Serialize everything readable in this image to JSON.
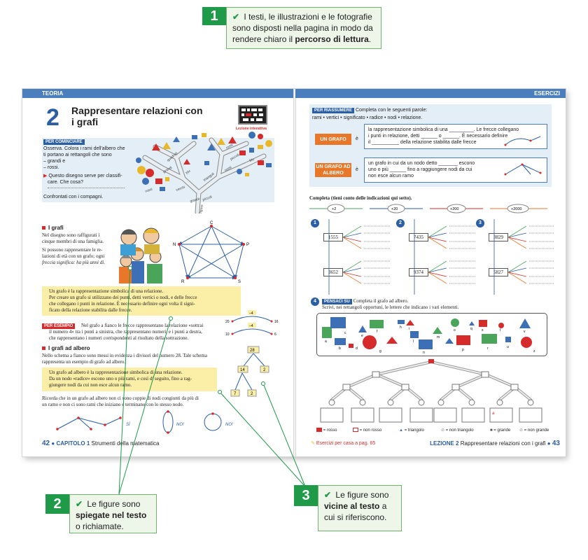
{
  "callouts": {
    "c1": {
      "num": "1",
      "pre": " I testi, le illustrazioni e le fotografie sono disposti nella pagina in modo da rendere chiaro il ",
      "bold": "percorso di lettura",
      "post": "."
    },
    "c2": {
      "num": "2",
      "pre": " Le figure sono ",
      "bold": "spiegate nel testo",
      "post": " o richiamate."
    },
    "c3": {
      "num": "3",
      "pre": " Le figure sono ",
      "bold": "vicine al testo",
      "post": " a cui si riferiscono."
    }
  },
  "left": {
    "band": "TEORIA",
    "chapter_number": "2",
    "chapter_title": "Rappresentare relazioni con i grafi",
    "lab_label": "Lezione interattiva",
    "per_cominciare": {
      "tag": "PER COMINCIARE",
      "l1": "Osserva. Colora i rami dell'albero che",
      "l2": "ti portano ai rettangoli che sono",
      "l3": "– grandi e",
      "l4": "– rossi.",
      "q1": "Questo disegno serve per classifi-",
      "q2": "care. Che cosa?",
      "confront": "Confrontati con i compagni."
    },
    "tree_words": [
      "rossi",
      "cerchi",
      "quadrati",
      "grandi",
      "piccoli",
      "triangoli",
      "figure",
      "blu",
      "rossi",
      "grandi",
      "piccoli",
      "blu",
      "rossi"
    ],
    "grafi": {
      "heading": "I grafi",
      "p1a": "Nel disegno sono raffigurati i",
      "p1b": "cinque membri di una famiglia.",
      "p2a": "Si possono rappresentare le re-",
      "p2b": "lazioni di età con un grafo; ogni",
      "p2c": "freccia significa: ha più anni di."
    },
    "graph_nodes": [
      "C",
      "N",
      "P",
      "R",
      "S"
    ],
    "def1": {
      "l1": "Un grafo è la rappresentazione simbolica di una relazione.",
      "l2": "Per creare un grafo si utilizzano dei punti, detti vertici o nodi, e delle frecce",
      "l3": "che collegano i punti in relazione. È necessario definire ogni volta il signi-",
      "l4": "ficato della relazione stabilita dalle frecce."
    },
    "per_esempio": {
      "tag": "PER ESEMPIO",
      "l1": "Nel grafo a fianco le frecce rappresentano la relazione «sottrai",
      "l2": "il numero 4» tra i punti a sinistra, che rappresentano numeri, e i punti a destra,",
      "l3": "che rappresentano i numeri corrispondenti al risultato della sottrazione."
    },
    "subtract_graph": {
      "op1": "–4",
      "op2": "–4",
      "n1": "20",
      "n2": "16",
      "n3": "10",
      "n4": "6"
    },
    "albero": {
      "heading": "I grafi ad albero",
      "p1": "Nello schema a fianco sono messi in evidenza i divisori del numero 28. Tale schema",
      "p2": "rappresenta un esempio di grafo ad albero."
    },
    "tree28": [
      "28",
      "14",
      "2",
      "7",
      "2"
    ],
    "def2": {
      "l1": "Un grafo ad albero è la rappresentazione simbolica di una relazione.",
      "l2": "Da un nodo «radice» escono uno o più rami, e così di seguito, fino a rag-",
      "l3": "giungere nodi da cui non esce alcun ramo."
    },
    "ricorda": {
      "l1": "Ricorda che in un grafo ad albero non ci sono coppie di nodi congiunti da più di",
      "l2": "un ramo e non ci sono rami che iniziano e terminano con lo stesso nodo."
    },
    "examples": {
      "si": "SÌ",
      "no1": "NO!",
      "no2": "NO!"
    },
    "footer": {
      "page": "42",
      "chapter": "CAPITOLO 1",
      "title": "Strumenti della matematica"
    }
  },
  "right": {
    "band": "ESERCIZI",
    "riassumere": {
      "tag": "PER RIASSUMERE",
      "intro": "Completa con le seguenti parole:",
      "words": "rami • vertici • significato • radice • nodi • relazione.",
      "grafo_btn": "UN GRAFO",
      "grafo_l1": "la rappresentazione simbolica di una _________. Le frecce collegano",
      "grafo_l2": "i punti in relazione, detti ______ o ______. È necessario definire",
      "grafo_l3": "il __________ della relazione stabilita dalle frecce",
      "albero_btn": "UN GRAFO AD ALBERO",
      "albero_l1": "un grafo in cui da un nodo detto _______ escono",
      "albero_l2": "uno o più ______ fino a raggiungere nodi da cui",
      "albero_l3": "non esce alcun ramo",
      "verb": "è"
    },
    "completa": "Completa (tieni conto delle indicazioni qui sotto).",
    "ops": [
      "+2",
      "+20",
      "+200",
      "+2000"
    ],
    "ex": [
      {
        "n": "1",
        "a": "1555",
        "b": "3652"
      },
      {
        "n": "2",
        "a": "7435",
        "b": "9374"
      },
      {
        "n": "3",
        "a": "3829",
        "b": "5827"
      }
    ],
    "ex4": {
      "n": "4",
      "tag": "PENSACI SU",
      "l1": "Completa il grafo ad albero.",
      "l2": "Scrivi, nei rettangoli opportuni, le lettere che indicano i vari elementi."
    },
    "letters": [
      "a",
      "b",
      "c",
      "d",
      "e",
      "f",
      "g",
      "h",
      "i",
      "l",
      "m",
      "n",
      "o",
      "p",
      "q",
      "r",
      "s",
      "t",
      "u",
      "v",
      "z"
    ],
    "first_answer": "a",
    "legend": [
      "= rosso",
      "= non rosso",
      "= triangolo",
      "= non triangolo",
      "= grande",
      "= non grande"
    ],
    "footer": {
      "esercizi": "Esercizi per casa a pag. 65",
      "lezione": "LEZIONE 2",
      "title": "Rappresentare relazioni con i grafi",
      "page": "43"
    }
  }
}
